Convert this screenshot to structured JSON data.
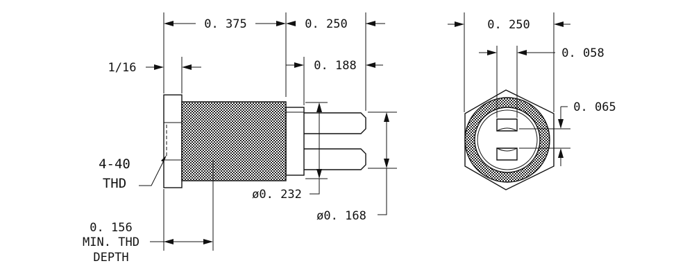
{
  "drawing": {
    "side_view": {
      "dim_overall_body": "0. 375",
      "dim_pin_length": "0. 250",
      "dim_flange": "1/16",
      "dim_pin_setback": "0. 188",
      "dim_pin_span": "ø0. 232",
      "dim_pin_diameter": "ø0. 168",
      "thread_label_line1": "4-40",
      "thread_label_line2": "THD",
      "depth_label_line1": "0. 156",
      "depth_label_line2": "MIN. THD",
      "depth_label_line3": "DEPTH"
    },
    "end_view": {
      "dim_width": "0. 250",
      "dim_slot_gap": "0. 058",
      "dim_slot_height": "0. 065"
    },
    "colors": {
      "ink": "#111111",
      "paper": "#ffffff"
    }
  }
}
